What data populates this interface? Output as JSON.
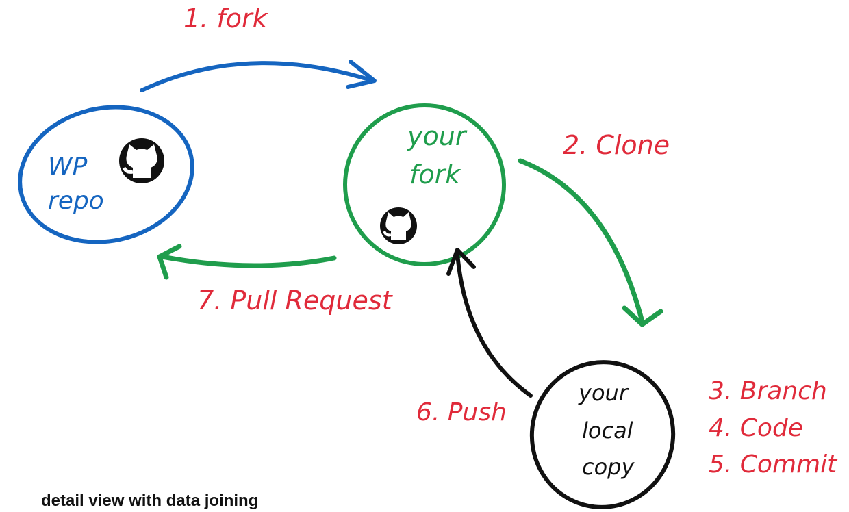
{
  "colors": {
    "red": "#e02a3a",
    "blue": "#1565c0",
    "green": "#1f9d4c",
    "black": "#111111"
  },
  "nodes": {
    "wp_repo": {
      "line1": "WP",
      "line2": "repo",
      "icon": "github-icon"
    },
    "your_fork": {
      "line1": "your",
      "line2": "fork",
      "icon": "github-icon"
    },
    "local_copy": {
      "line1": "your",
      "line2": "local",
      "line3": "copy"
    }
  },
  "steps": {
    "fork": "1. fork",
    "clone": "2. Clone",
    "branch": "3. Branch",
    "code": "4. Code",
    "commit": "5. Commit",
    "push": "6. Push",
    "pull_request": "7. Pull Request"
  },
  "caption": "detail view with data joining"
}
